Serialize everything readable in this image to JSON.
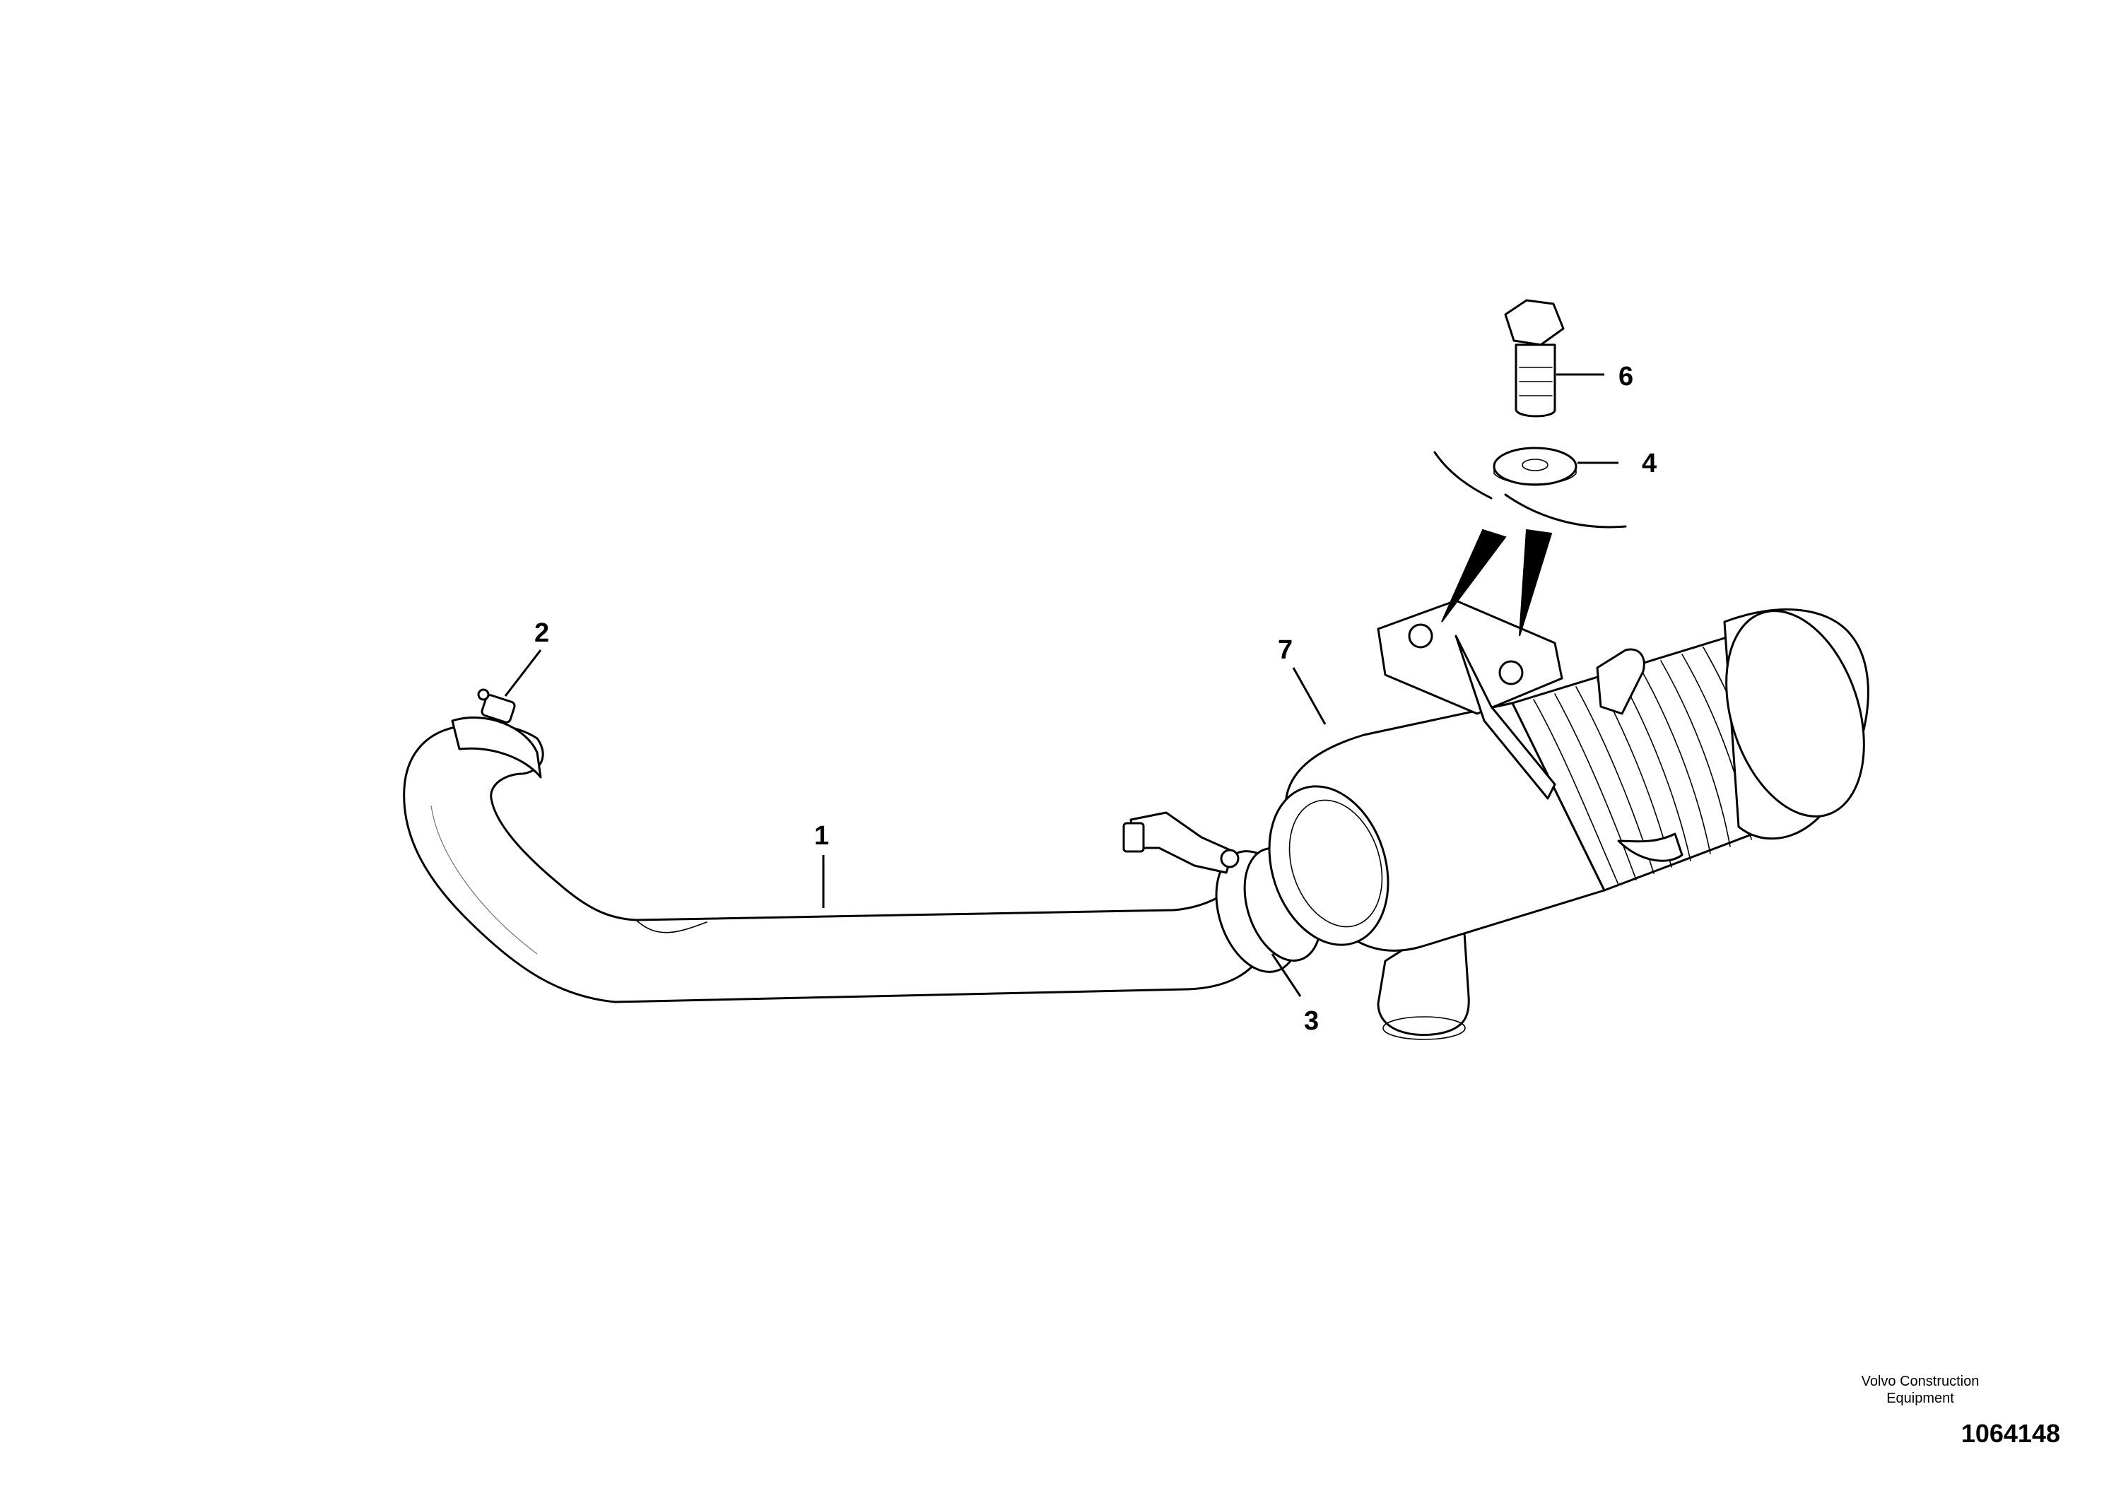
{
  "callouts": {
    "c1": "1",
    "c2": "2",
    "c3": "3",
    "c4": "4",
    "c6": "6",
    "c7": "7"
  },
  "footer": {
    "company_line1": "Volvo Construction",
    "company_line2": "Equipment",
    "drawing_number": "1064148"
  }
}
